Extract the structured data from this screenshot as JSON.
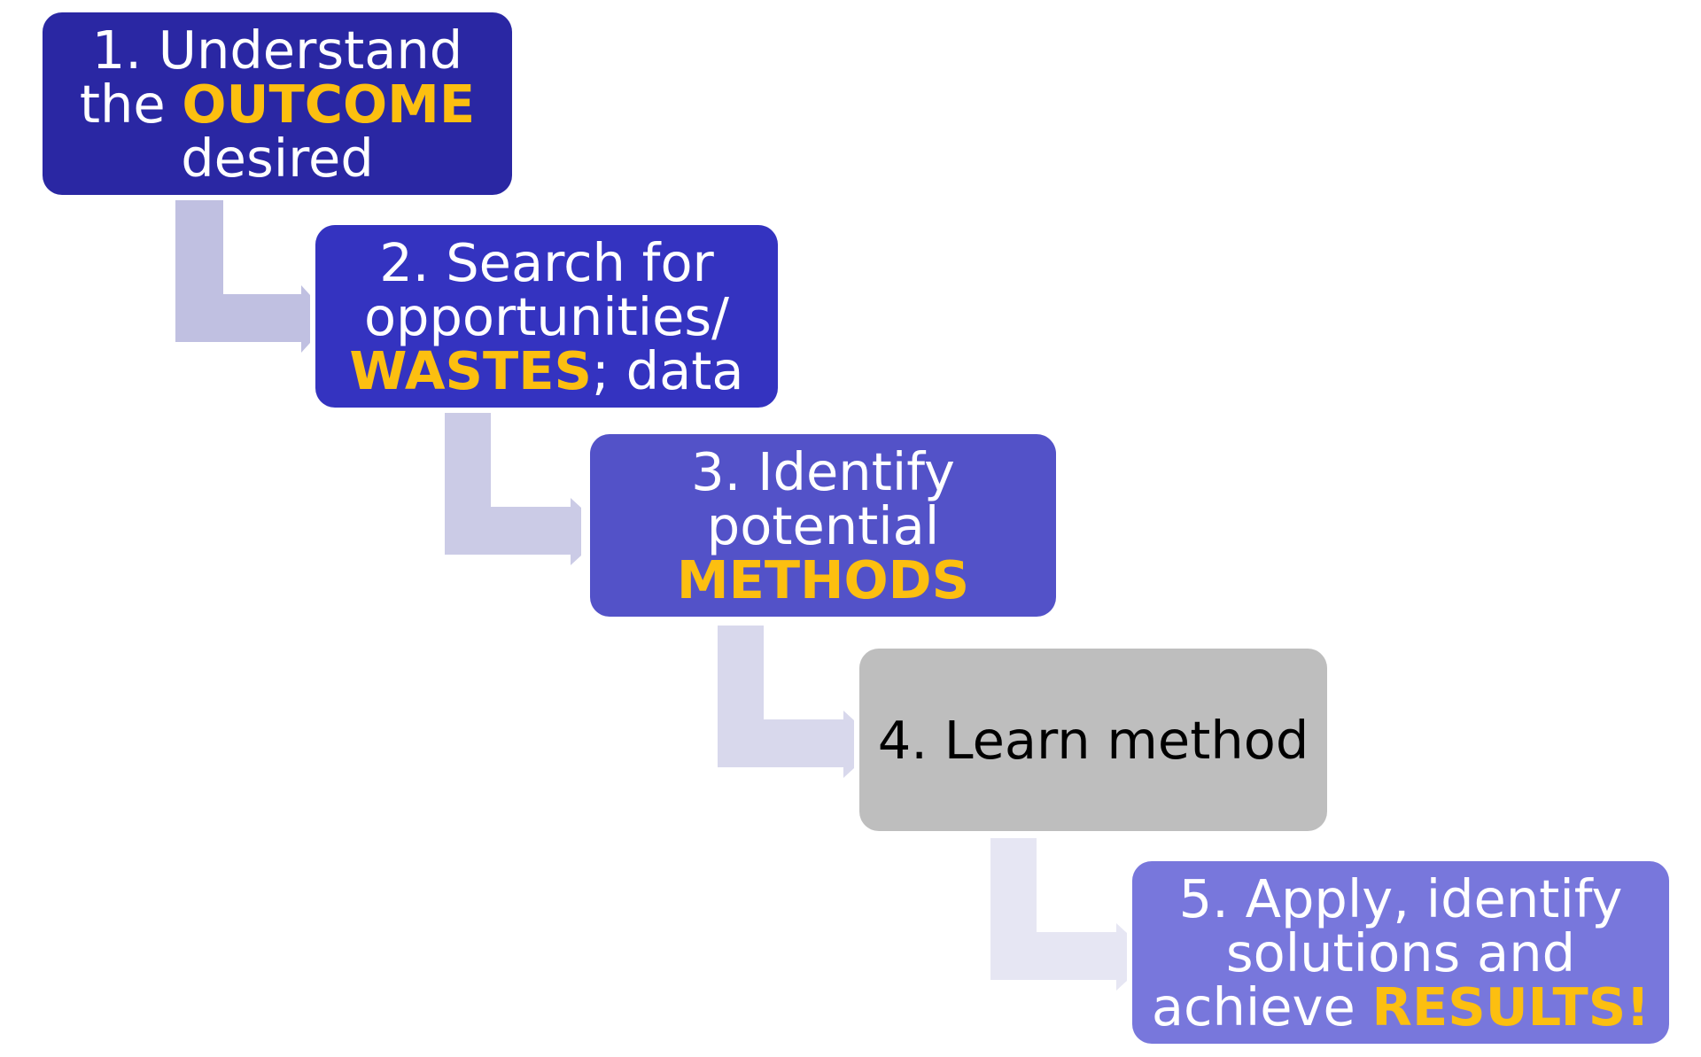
{
  "colors": {
    "highlight": "#fcbf10",
    "step1_fill": "#2a27a3",
    "step2_fill": "#3433c0",
    "step3_fill": "#5352c8",
    "step4_fill": "#bebebe",
    "step5_fill": "#7877dc",
    "arrow1": "#c0c0e1",
    "arrow2": "#cbcbe6",
    "arrow3": "#d8d8ec",
    "arrow4": "#e6e6f3"
  },
  "steps": [
    {
      "line1": "1. Understand",
      "line2_pre": "the ",
      "line2_hl": "OUTCOME",
      "line3": "desired"
    },
    {
      "line1": "2. Search for",
      "line2": "opportunities/",
      "line3_hl": "WASTES",
      "line3_post": "; data"
    },
    {
      "line1": "3. Identify",
      "line2": "potential",
      "line3_hl": "METHODS"
    },
    {
      "line1": "4. Learn method"
    },
    {
      "line1": "5. Apply, identify",
      "line2": "solutions and",
      "line3_pre": "achieve ",
      "line3_hl": "RESULTS!"
    }
  ]
}
